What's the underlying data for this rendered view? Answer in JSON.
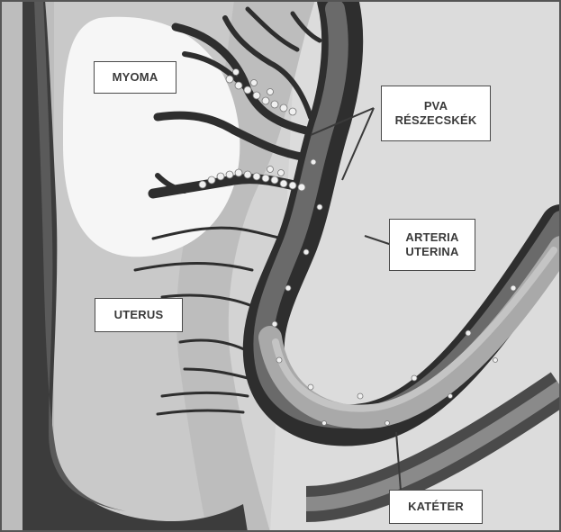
{
  "labels": {
    "myoma": "MYOMA",
    "pva_line1": "PVA",
    "pva_line2": "RÉSZECSKÉK",
    "arteria_line1": "ARTERIA",
    "arteria_line2": "UTERINA",
    "uterus": "UTERUS",
    "kateter": "KATÉTER"
  },
  "palette": {
    "background": "#d6d6d6",
    "uterus_wall": "#bdbdbd",
    "dark_band": "#3a3a3a",
    "myoma": "#f7f7f7",
    "vessel_dark": "#2e2e2e",
    "vessel_lumen": "#6e6e6e",
    "particle": "#f0f0f0",
    "catheter": "#a8a8a8"
  }
}
